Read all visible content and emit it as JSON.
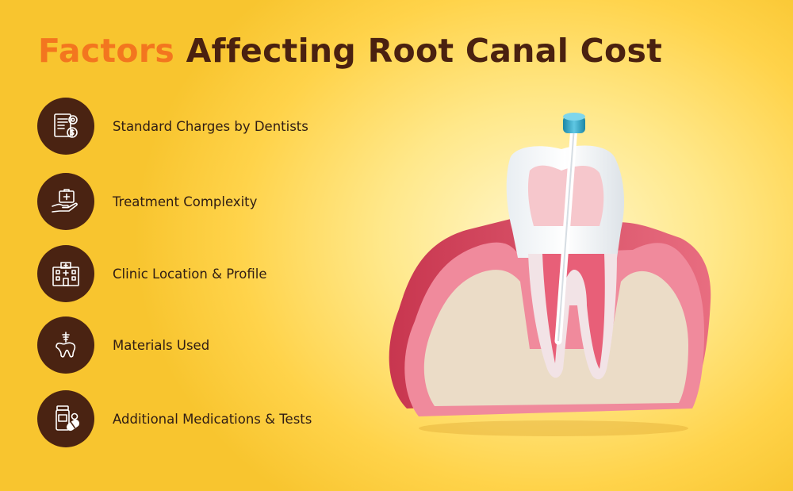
{
  "title": {
    "accent": "Factors",
    "rest": "Affecting Root Canal Cost"
  },
  "colors": {
    "accent": "#f3761f",
    "title": "#4a2110",
    "icon_circle": "#4a2312",
    "background": "#ffd84a"
  },
  "factors": [
    {
      "label": "Standard Charges by Dentists",
      "icon": "invoice-gear-icon"
    },
    {
      "label": "Treatment Complexity",
      "icon": "medical-kit-hand-icon"
    },
    {
      "label": "Clinic Location & Profile",
      "icon": "clinic-building-icon"
    },
    {
      "label": "Materials Used",
      "icon": "tooth-implant-icon"
    },
    {
      "label": "Additional Medications & Tests",
      "icon": "medicine-pills-icon"
    }
  ],
  "illustration": "root-canal-tooth-illustration"
}
